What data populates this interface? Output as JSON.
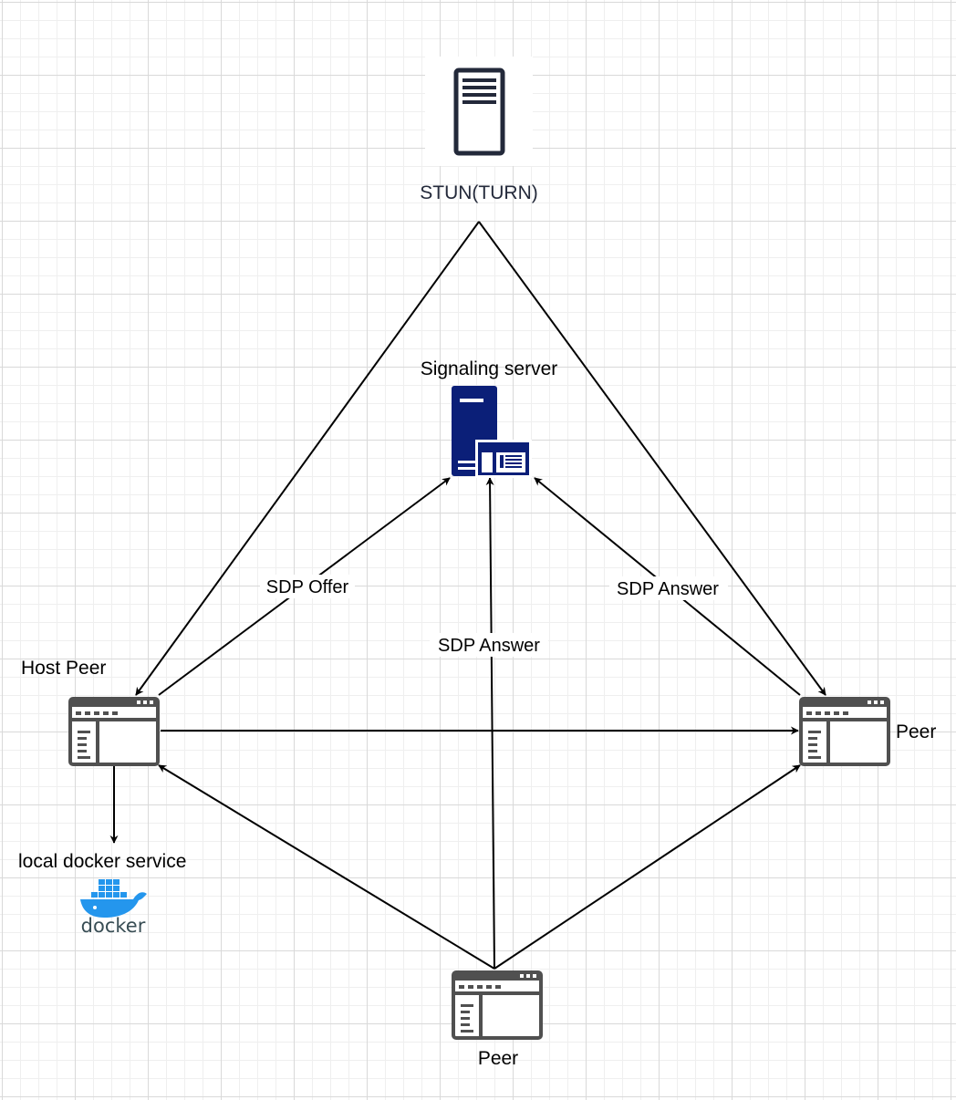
{
  "colors": {
    "edge": "#000000",
    "peer_icon": "#505050",
    "signaling_icon": "#0b1f78",
    "stun_icon": "#23293a",
    "docker_blue": "#2496ed",
    "docker_text": "#384d54"
  },
  "nodes": {
    "stun": {
      "label": "STUN(TURN)",
      "icon": "server-icon"
    },
    "signaling": {
      "label": "Signaling server",
      "icon": "server-browser-icon"
    },
    "host_peer": {
      "label": "Host Peer",
      "icon": "browser-window-icon"
    },
    "peer_right": {
      "label": "Peer",
      "icon": "browser-window-icon"
    },
    "peer_bottom": {
      "label": "Peer",
      "icon": "browser-window-icon"
    },
    "docker": {
      "label": "local docker service",
      "logo_text": "docker",
      "icon": "docker-whale-icon"
    }
  },
  "edges": {
    "host_to_signaling": {
      "label": "SDP Offer"
    },
    "bottom_to_signaling": {
      "label": "SDP Answer"
    },
    "right_to_signaling": {
      "label": "SDP Answer"
    }
  }
}
